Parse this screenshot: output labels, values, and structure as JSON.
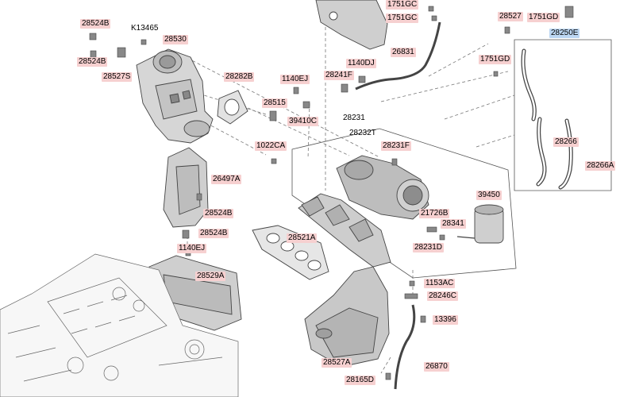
{
  "labels": {
    "l28524b_a": "28524B",
    "k13465": "K13465",
    "l28530": "28530",
    "l28524b_b": "28524B",
    "l28527s": "28527S",
    "l28282b": "28282B",
    "l28515": "28515",
    "l1140ej_a": "1140EJ",
    "l39410c": "39410C",
    "l1140dj": "1140DJ",
    "l28241f": "28241F",
    "l1751gc_a": "1751GC",
    "l1751gc_b": "1751GC",
    "l26831": "26831",
    "l28527": "28527",
    "l1751gd_a": "1751GD",
    "l28250e": "28250E",
    "l1751gd_b": "1751GD",
    "l28231": "28231",
    "l28232t": "28232T",
    "l1022ca": "1022CA",
    "l28231f": "28231F",
    "l28266": "28266",
    "l28266a": "28266A",
    "l26497a": "26497A",
    "l28524b_c": "28524B",
    "l28524b_d": "28524B",
    "l39450": "39450",
    "l21726b": "21726B",
    "l28341": "28341",
    "l28521a": "28521A",
    "l28231d": "28231D",
    "l1140ej_b": "1140EJ",
    "l28529a": "28529A",
    "l1153ac": "1153AC",
    "l28246c": "28246C",
    "l13396": "13396",
    "l28527a": "28527A",
    "l26870": "26870",
    "l28165d": "28165D"
  },
  "colors": {
    "callout": "#f6d0d0",
    "highlight": "#bcd6f2",
    "line": "#555555",
    "part_fill": "#d9d9d9",
    "part_dark": "#a9a9a9"
  }
}
